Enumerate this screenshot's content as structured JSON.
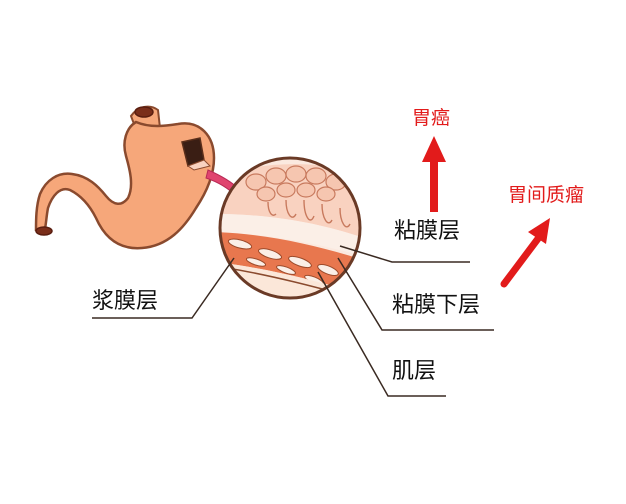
{
  "labels": {
    "mucosa": "粘膜层",
    "submucosa": "粘膜下层",
    "serosa": "浆膜层",
    "muscularis": "肌层",
    "gastric_cancer": "胃癌",
    "gist": "胃间质瘤"
  },
  "colors": {
    "stomach": "#F6A77A",
    "stomach_outline": "#8A4A2E",
    "mucosa": "#F9D2C0",
    "submucosa": "#FBE9DF",
    "muscle": "#E8774E",
    "serosa": "#FBE7D9",
    "pointer_arrow": "#E0446F",
    "red_arrow": "#E21B1B",
    "leader_line": "#3A2A22",
    "text": "#111111"
  }
}
